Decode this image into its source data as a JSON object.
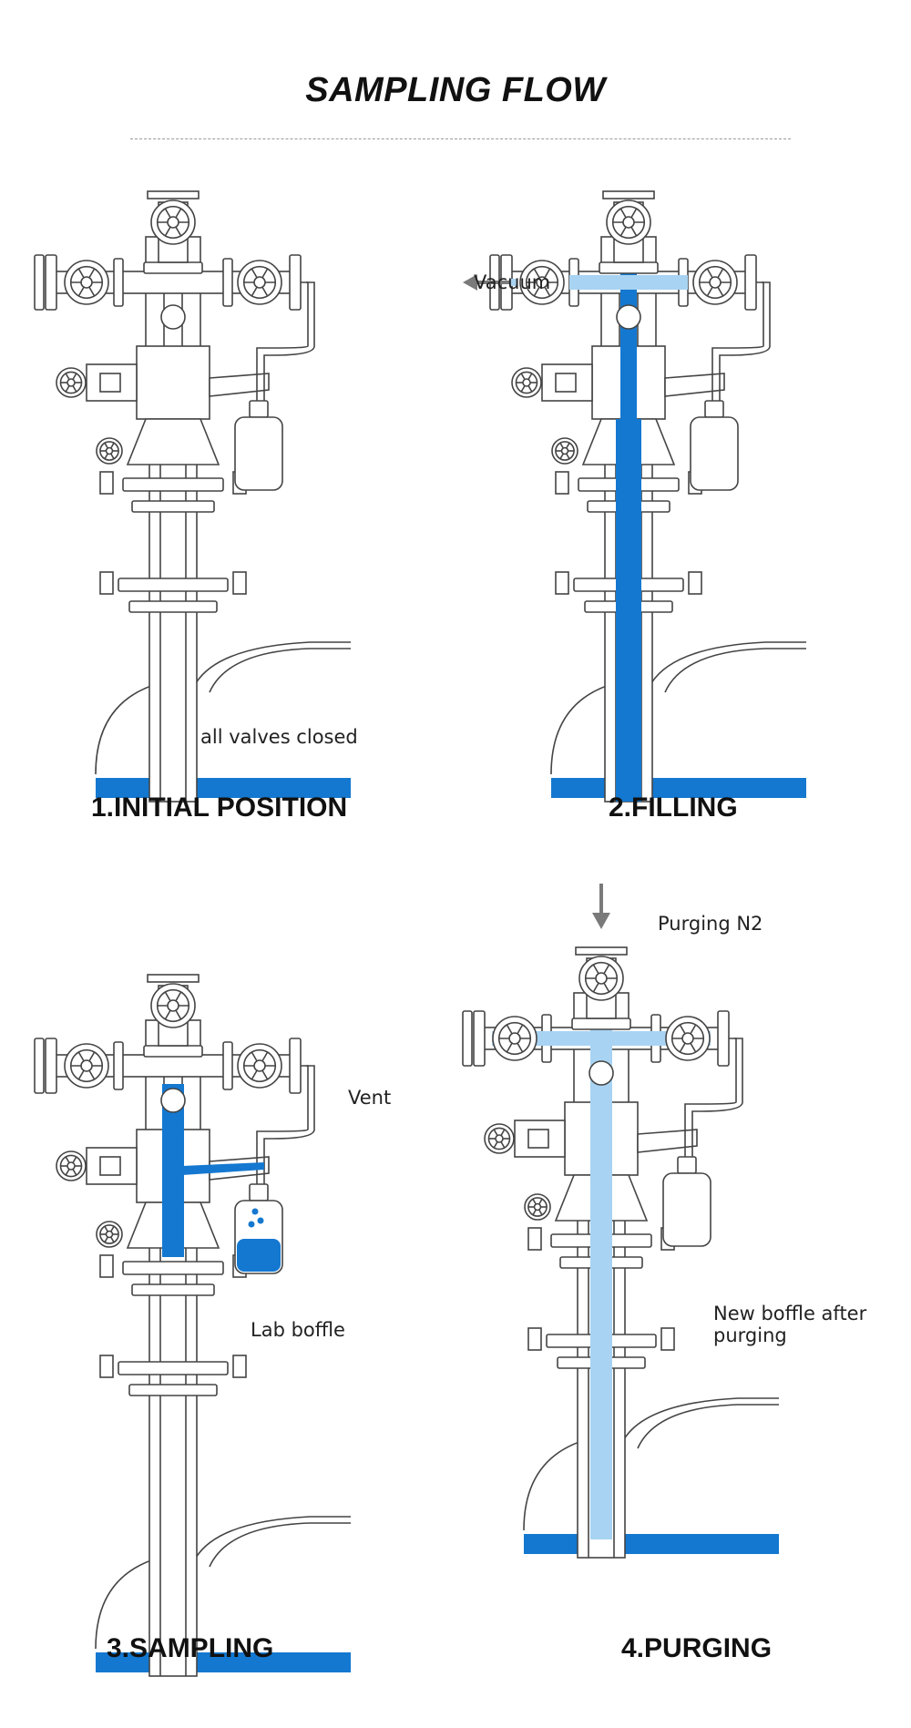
{
  "title": "SAMPLING FLOW",
  "colors": {
    "line": "#444444",
    "body": "#ffffff",
    "liquid": "#1478d0",
    "liquid_light": "#a8d3f2",
    "arrow": "#7a7a7a"
  },
  "panels": [
    {
      "id": "initial",
      "caption": "1.INITIAL POSITION",
      "notes": [
        "all valves closed"
      ],
      "fill": "none"
    },
    {
      "id": "filling",
      "caption": "2.FILLING",
      "notes": [
        "Vacuum"
      ],
      "fill": "filling"
    },
    {
      "id": "sampling",
      "caption": "3.SAMPLING",
      "notes": [
        "Vent",
        "Lab boffle"
      ],
      "fill": "sampling"
    },
    {
      "id": "purging",
      "caption": "4.PURGING",
      "notes": [
        "Purging N2",
        "New boffle after purging"
      ],
      "fill": "purging"
    }
  ]
}
